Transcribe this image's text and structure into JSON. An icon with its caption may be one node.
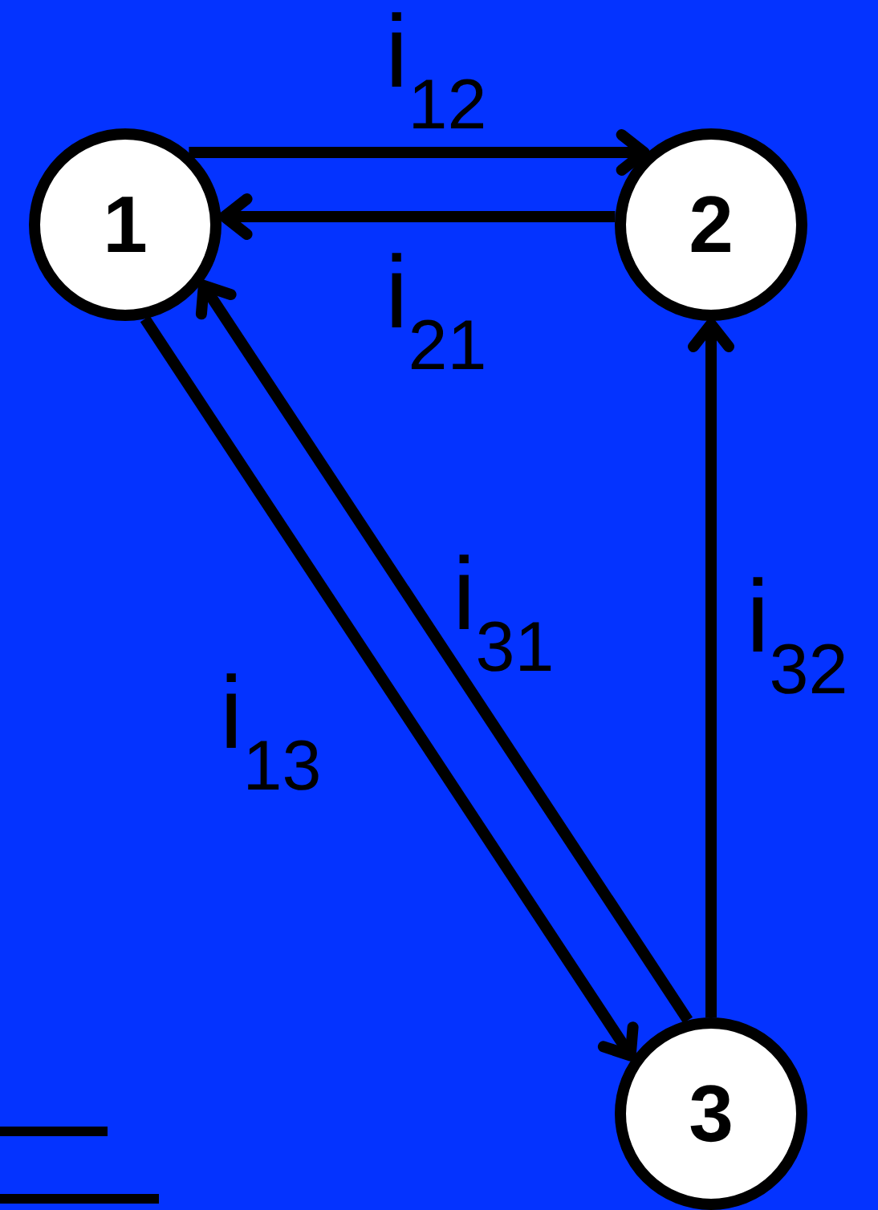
{
  "diagram": {
    "nodes": [
      {
        "text": [
          "1"
        ]
      },
      {
        "text": [
          "2"
        ]
      },
      {
        "text": [
          "3"
        ]
      }
    ],
    "edges": [
      {
        "from": 0,
        "to": 1,
        "arrow": "to",
        "label": "i$_{12}$"
      },
      {
        "from": 1,
        "to": 0,
        "arrow": "to",
        "label": "i$_{21}$"
      },
      {
        "from": 0,
        "to": 2,
        "arrow": "to",
        "label": "i$_{13}$"
      },
      {
        "from": 2,
        "to": 0,
        "arrow": "to",
        "label": "i$_{31}$"
      },
      {
        "from": 2,
        "to": 1,
        "arrow": "to",
        "label": "i$_{32}$"
      }
    ]
  }
}
